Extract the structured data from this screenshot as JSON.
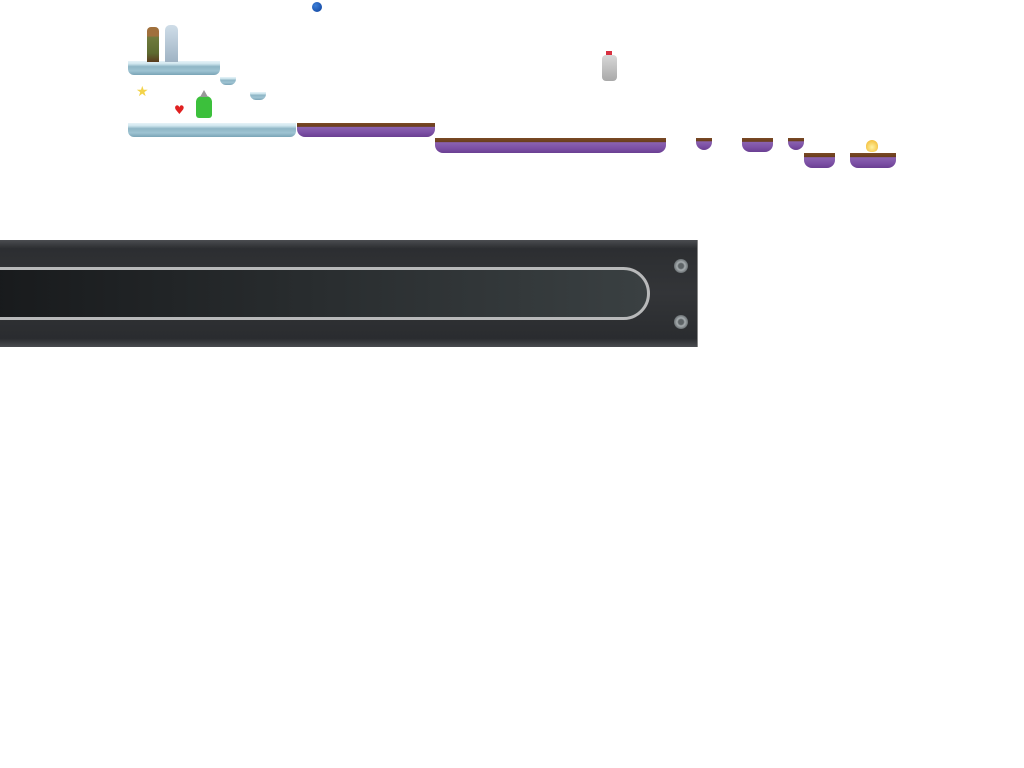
{
  "scene": {
    "background_color": "#ffffff",
    "entities": [
      "archer-player",
      "skeleton-enemy",
      "blue-orb",
      "star-pickup",
      "heart-pickup",
      "green-slime-enemy",
      "knight-enemy",
      "flame-pickup"
    ],
    "platform_colors": {
      "ice": "#9ec3d2",
      "dirt": "#6a3d1e",
      "crystal": "#7b4fa4"
    }
  },
  "hud": {
    "panel_color": "#2c2e31",
    "bar_border_color": "#b8b9ba"
  }
}
